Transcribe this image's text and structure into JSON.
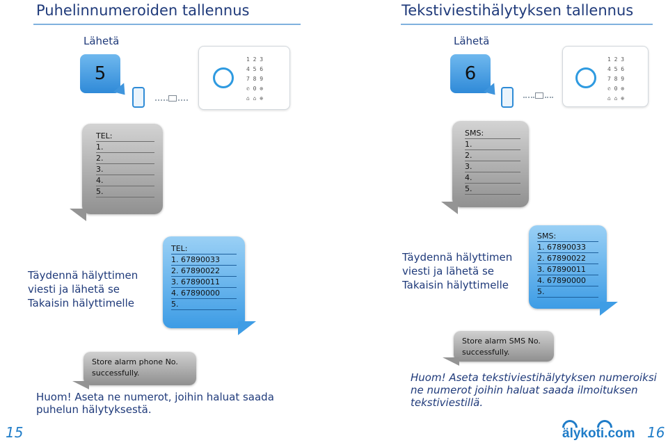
{
  "left": {
    "title": "Puhelinnumeroiden tallennus",
    "send_label": "Lähetä",
    "key_number": "5",
    "keypad_rows": [
      "1  2  3",
      "4  5  6",
      "7  8  9",
      "✆  0  ⊗",
      "⌂  ⌂  ⊕"
    ],
    "request": {
      "header": "TEL:",
      "lines": [
        "1.",
        "2.",
        "3.",
        "4.",
        "5."
      ]
    },
    "instruction": "Täydennä hälyttimen viesti ja lähetä se Takaisin hälyttimelle",
    "reply": {
      "header": "TEL:",
      "lines": [
        "1. 67890033",
        "2. 67890022",
        "3. 67890011",
        "4. 67890000",
        "5."
      ]
    },
    "confirm_text": "Store alarm phone No. successfully.",
    "note": "Huom! Aseta ne numerot, joihin haluat saada puhelun hälytyksestä.",
    "page_number": "15"
  },
  "right": {
    "title": "Tekstiviestihälytyksen tallennus",
    "send_label": "Lähetä",
    "key_number": "6",
    "keypad_rows": [
      "1  2  3",
      "4  5  6",
      "7  8  9",
      "✆  0  ⊗",
      "⌂  ⌂  ⊕"
    ],
    "request": {
      "header": "SMS:",
      "lines": [
        "1.",
        "2.",
        "3.",
        "4.",
        "5."
      ]
    },
    "instruction": "Täydennä hälyttimen viesti ja lähetä se Takaisin hälyttimelle",
    "reply": {
      "header": "SMS:",
      "lines": [
        "1. 67890033",
        "2. 67890022",
        "3. 67890011",
        "4. 67890000",
        "5."
      ]
    },
    "confirm_text": "Store alarm SMS No. successfully.",
    "note": "Huom! Aseta tekstiviestihälytyksen numeroiksi ne numerot joihin haluat saada ilmoituksen tekstiviestillä.",
    "page_number": "16",
    "logo_text": "älykoti.com"
  },
  "colors": {
    "accent": "#1f7cc8",
    "title_text": "#1f3a7a",
    "bubble_blue": "#3d9ce5",
    "bubble_gray": "#909090"
  },
  "icons": [
    "phone-icon",
    "envelope-icon",
    "alarm-panel-icon",
    "wifi-icon"
  ]
}
